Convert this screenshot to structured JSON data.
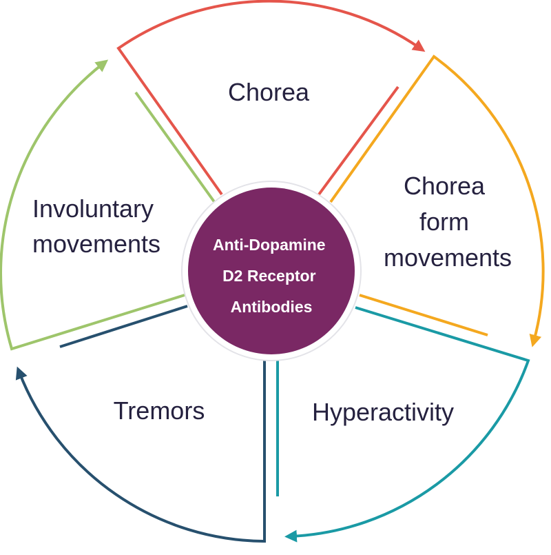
{
  "center": {
    "lines": [
      "Anti-Dopamine",
      "D2 Receptor",
      "Antibodies"
    ],
    "fill": "#7a2864"
  },
  "segments": [
    {
      "lines": [
        "Chorea"
      ],
      "color": "#e5554b"
    },
    {
      "lines": [
        "Chorea",
        "form",
        "movements"
      ],
      "color": "#f4a81f"
    },
    {
      "lines": [
        "Hyperactivity"
      ],
      "color": "#1a9aa5"
    },
    {
      "lines": [
        "Tremors"
      ],
      "color": "#27506e"
    },
    {
      "lines": [
        "Involuntary",
        "movements"
      ],
      "color": "#9ec56b"
    }
  ]
}
